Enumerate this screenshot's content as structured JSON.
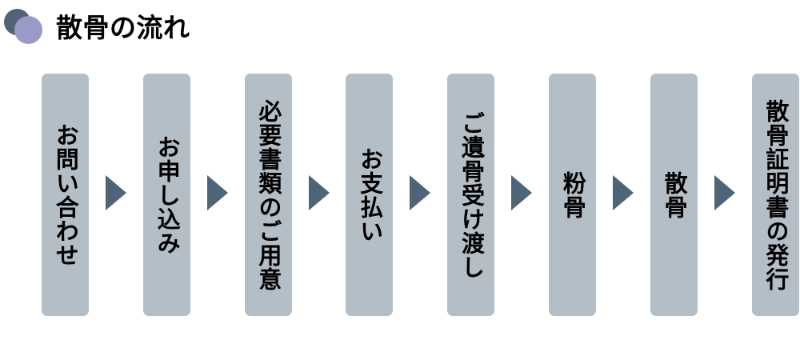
{
  "header": {
    "title": "散骨の流れ",
    "logo": {
      "back_circle_name": "decorative-circle-dark",
      "front_circle_name": "decorative-circle-light",
      "back_color": "#516377",
      "front_color": "#9a9ac8"
    }
  },
  "theme": {
    "box_fill": "#b4bec7",
    "arrow_fill": "#4e6478",
    "text_color": "#000000",
    "background": "#ffffff"
  },
  "flow": {
    "orientation": "vertical-text-horizontal-flow",
    "arrow_glyph": "▶",
    "steps": [
      {
        "index": 1,
        "label": "お問い合わせ"
      },
      {
        "index": 2,
        "label": "お申し込み"
      },
      {
        "index": 3,
        "label": "必要書類のご用意"
      },
      {
        "index": 4,
        "label": "お支払い"
      },
      {
        "index": 5,
        "label": "ご遺骨受け渡し"
      },
      {
        "index": 6,
        "label": "粉骨"
      },
      {
        "index": 7,
        "label": "散骨"
      },
      {
        "index": 8,
        "label": "散骨証明書の発行"
      }
    ]
  }
}
